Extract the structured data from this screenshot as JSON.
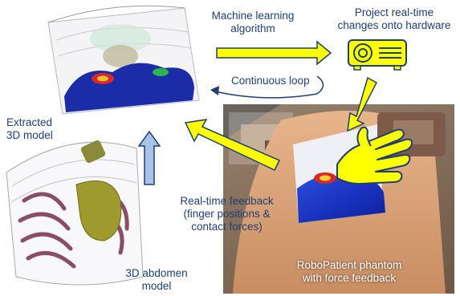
{
  "labels": {
    "ml_line1": "Machine learning",
    "ml_line2": "algorithm",
    "project_line1": "Project real-time",
    "project_line2": "changes onto hardware",
    "loop": "Continuous loop",
    "extracted_line1": "Extracted",
    "extracted_line2": "3D model",
    "feedback_line1": "Real-time feedback",
    "feedback_line2": "(finger positions &",
    "feedback_line3": "contact forces)",
    "abdomen_line1": "3D abdomen",
    "abdomen_line2": "model",
    "phantom_line1": "RoboPatient phantom",
    "phantom_line2": "with force feedback"
  },
  "colors": {
    "text": "#1f3f73",
    "arrow_yellow": "#ffff00",
    "arrow_blue": "#a9c2e8",
    "arrow_outline": "#1f3f73"
  },
  "icons": [
    "projector-icon",
    "hand-icon"
  ]
}
